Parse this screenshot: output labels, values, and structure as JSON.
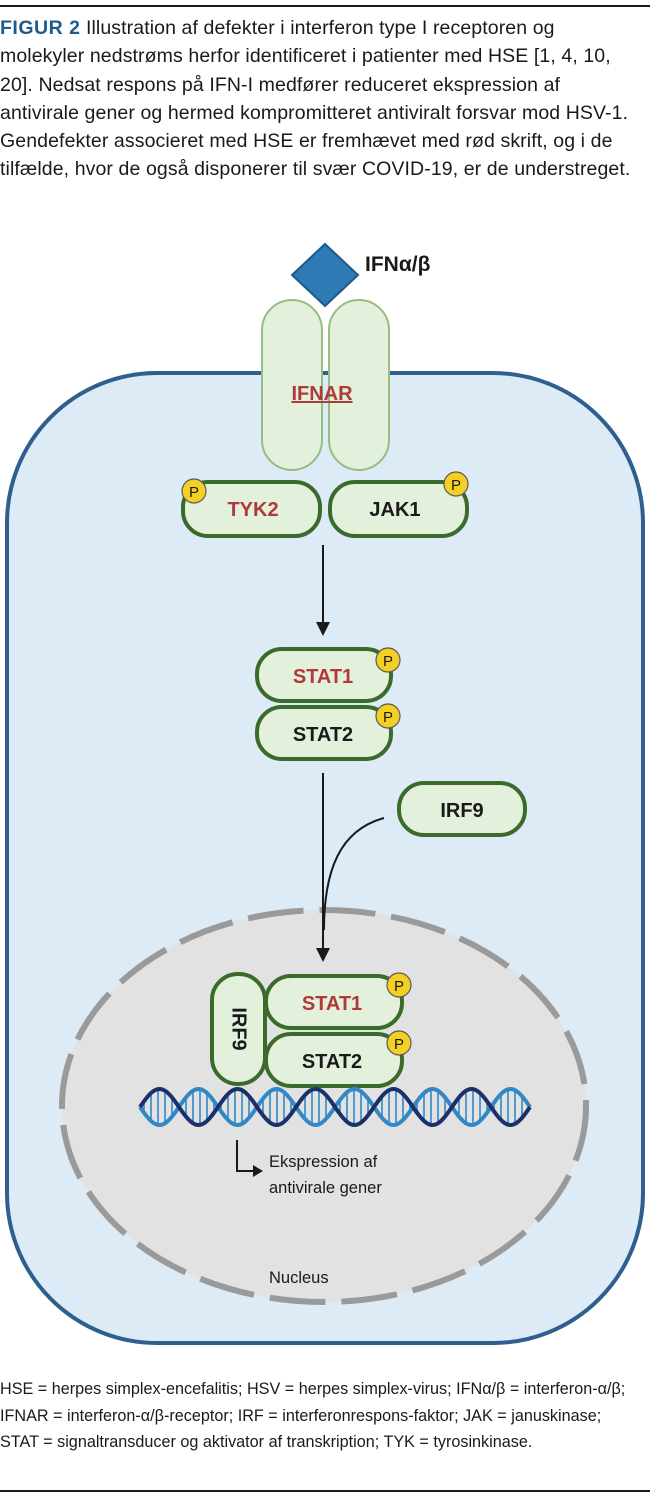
{
  "caption": {
    "figure_label": "FIGUR 2",
    "text": " Illustration af defekter i interferon type I receptoren og molekyler nedstrøms herfor identificeret i patienter med HSE [1, 4, 10, 20]. Nedsat respons på IFN-I medfører reduceret ekspression af antivirale gener og hermed kompromitteret antiviralt forsvar mod HSV-1. Gendefekter associeret med HSE er fremhævet med rød skrift, og i de tilfælde, hvor de også disponerer til svær COVID-19, er de understreget."
  },
  "diagram": {
    "ligand_label": "IFNα/β",
    "receptor_label": "IFNAR",
    "kinase_left": "TYK2",
    "kinase_right": "JAK1",
    "stat1_label": "STAT1",
    "stat2_label": "STAT2",
    "irf9_label": "IRF9",
    "nuclear_stat1_label": "STAT1",
    "nuclear_stat2_label": "STAT2",
    "nuclear_irf9_label": "IRF9",
    "phospho_label": "P",
    "expression_label_line1": "Ekspression af",
    "expression_label_line2": "antivirale gener",
    "nucleus_label": "Nucleus"
  },
  "legend": {
    "text": "HSE = herpes simplex-encefalitis; HSV = herpes simplex-virus; IFNα/β = interferon-α/β; IFNAR = interferon-α/β-receptor; IRF = interferonrespons-faktor; JAK = januskinase; STAT = signaltransducer og aktivator af transkription; TYK = tyrosinkinase."
  },
  "colors": {
    "caption_label": "#1f5a8a",
    "cell_fill": "#ddebf7",
    "cell_border": "#2f5f8e",
    "receptor_fill": "#e3f0dc",
    "receptor_border": "#95bd84",
    "protein_fill": "#e3f0dc",
    "protein_border": "#3a6b2b",
    "defect_text": "#b03a37",
    "phospho_fill": "#f5d024",
    "ligand_fill": "#2e7ab5",
    "nucleus_fill": "#e2e2e2",
    "dna_dark": "#1b2f6a",
    "dna_light": "#3288c7"
  }
}
